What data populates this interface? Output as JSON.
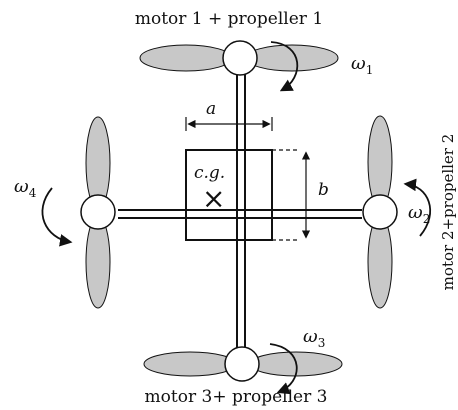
{
  "diagram": {
    "motor1_label": "motor 1 + propeller 1",
    "motor2_label": "motor 2+propeller 2",
    "motor3_label": "motor 3+ propeller 3",
    "cg_label": "c.g.",
    "cg_marker": "×",
    "dim_a": "a",
    "dim_b": "b",
    "omega1": {
      "symbol": "ω",
      "subscript": "1"
    },
    "omega2": {
      "symbol": "ω",
      "subscript": "2"
    },
    "omega3": {
      "symbol": "ω",
      "subscript": "3"
    },
    "omega4": {
      "symbol": "ω",
      "subscript": "4"
    }
  },
  "colors": {
    "propeller_fill": "#c8c8c8",
    "stroke": "#111111",
    "background": "#ffffff"
  }
}
